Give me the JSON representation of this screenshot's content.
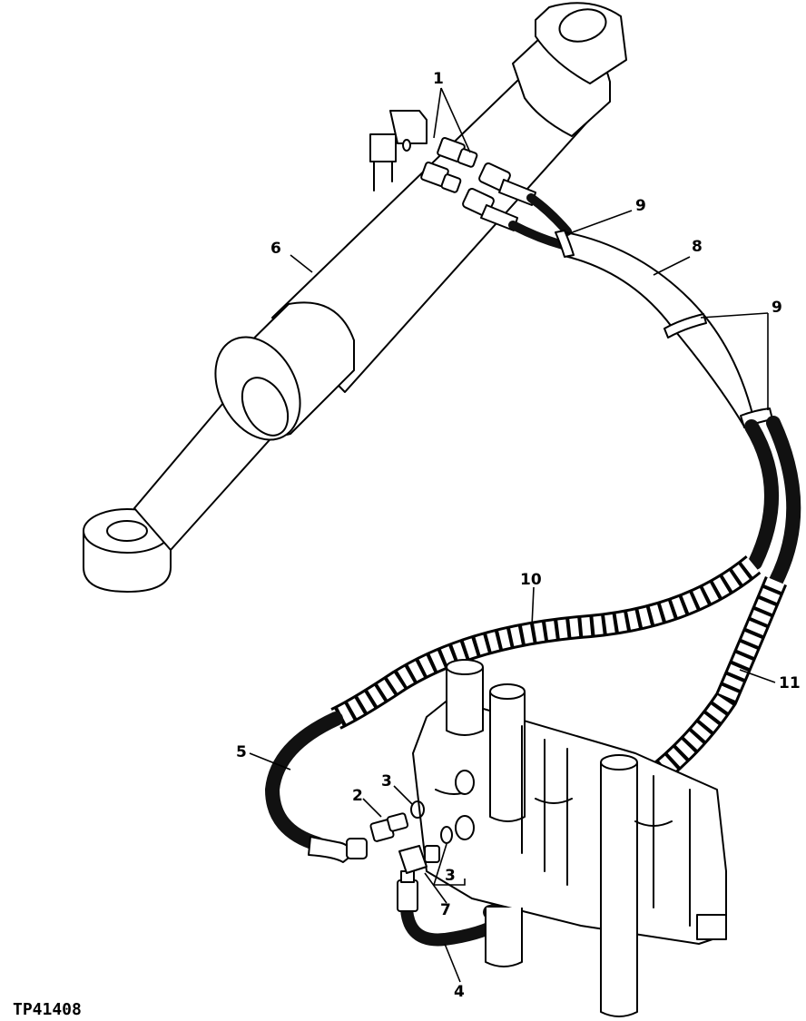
{
  "figure_id": "TP41408",
  "callouts": {
    "c1": "1",
    "c2": "2",
    "c3a": "3",
    "c3b": "3",
    "c4": "4",
    "c5": "5",
    "c6": "6",
    "c7": "7",
    "c8": "8",
    "c9a": "9",
    "c9b": "9",
    "c10": "10",
    "c11": "11"
  }
}
